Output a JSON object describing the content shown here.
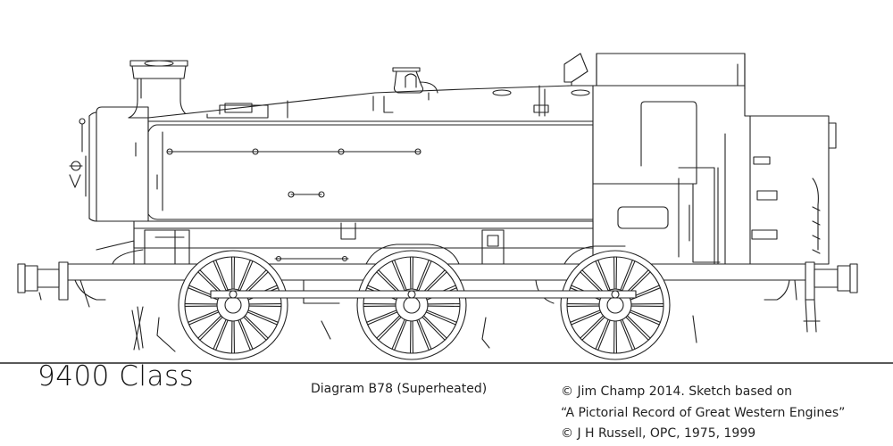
{
  "title": "9400 Class",
  "diagram": "Diagram B78 (Superheated)",
  "credits": [
    "© Jim Champ 2014. Sketch based on",
    "“A Pictorial Record of Great Western Engines”",
    "© J H Russell, OPC, 1975, 1999"
  ]
}
